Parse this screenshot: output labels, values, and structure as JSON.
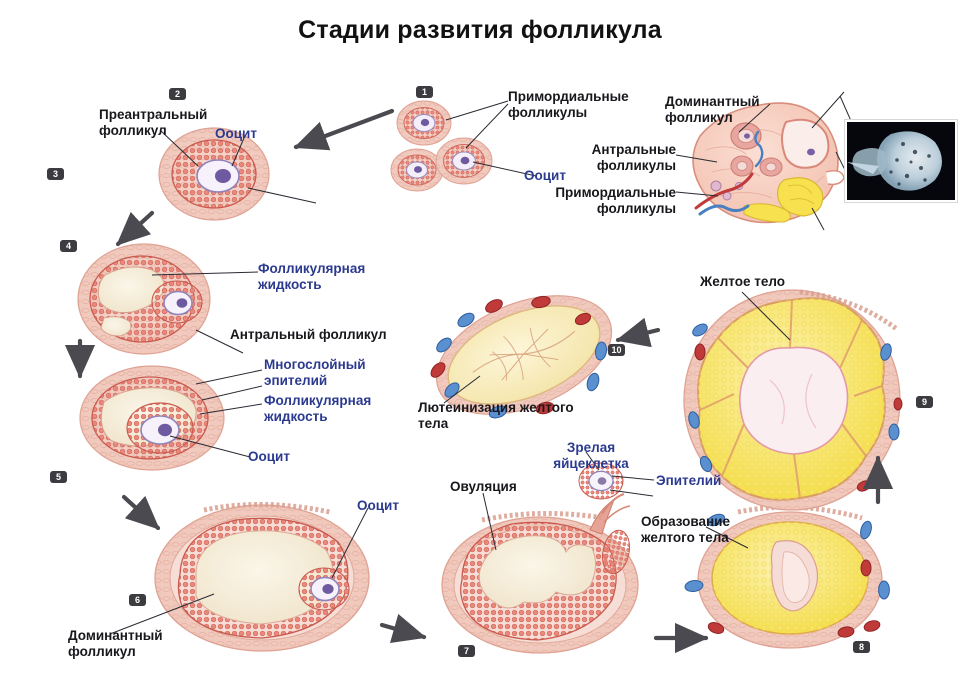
{
  "title": "Стадии развития фолликула",
  "labels": {
    "preantral_follicle": "Преантральный\nфолликул",
    "oocyte_1": "Ооцит",
    "primordial_follicles_top": "Примордиальные\nфолликулы",
    "oocyte_2": "Ооцит",
    "dominant_follicle_ovary": "Доминантный\nфолликул",
    "antral_follicles_ovary": "Антральные\nфолликулы",
    "primordial_follicles_ovary": "Примордиальные\nфолликулы",
    "follicular_fluid_1": "Фолликулярная\nжидкость",
    "antral_follicle": "Антральный фолликул",
    "multilayer_epithelium": "Многослойный\nэпителий",
    "follicular_fluid_2": "Фолликулярная\nжидкость",
    "oocyte_3": "Ооцит",
    "oocyte_4": "Ооцит",
    "dominant_follicle_bottom": "Доминантный\nфолликул",
    "ovulation": "Овуляция",
    "mature_ovum": "Зрелая\nяйцеклетка",
    "epithelium": "Эпителий",
    "corpus_luteum_formation": "Образование\nжелтого тела",
    "corpus_luteum": "Желтое тело",
    "luteinization": "Лютеинизация желтого\nтела"
  },
  "stage_badges": [
    {
      "n": "1"
    },
    {
      "n": "2"
    },
    {
      "n": "3"
    },
    {
      "n": "4"
    },
    {
      "n": "5"
    },
    {
      "n": "6"
    },
    {
      "n": "7"
    },
    {
      "n": "8"
    },
    {
      "n": "9"
    },
    {
      "n": "10"
    }
  ],
  "colors": {
    "label_dark": "#17171c",
    "label_blue": "#2b3a8f",
    "badge_bg": "#3b3b40",
    "arrow": "#4a4a50",
    "granulosa": "#e0766b",
    "theca": "#f0c3b8",
    "antrum": "#f3ead7",
    "corpus_luteum": "#f6e14f",
    "corpus_luteum_pale": "#f7e9a8",
    "oocyte_nucleus": "#6d5aa0",
    "vessel_blue": "#4b7fc4",
    "vessel_red": "#c03a3a"
  }
}
